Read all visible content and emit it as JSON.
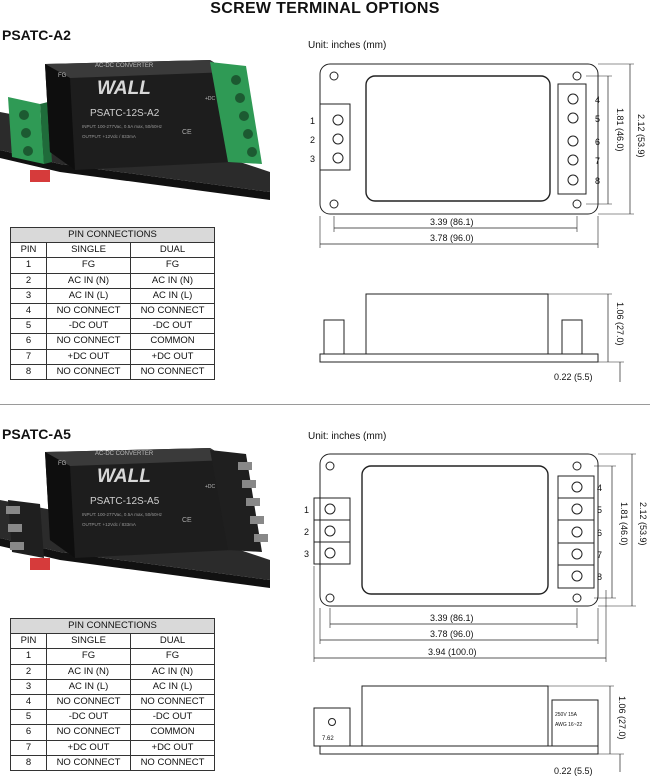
{
  "title": "SCREW TERMINAL OPTIONS",
  "sections": [
    {
      "model": "PSATC-A2",
      "unit": "Unit: inches (mm)",
      "product": {
        "header": "AC-DC CONVERTER",
        "brand": "WALL",
        "part": "PSATC-12S-A2",
        "input": "INPUT: 100-277Vac, 0.5A max, 50/60Hz",
        "output": "OUTPUT: +12Vdc / 833mA",
        "fg": "FG",
        "dc": "+DC",
        "cert": "CE"
      },
      "drawing": {
        "pins_left": [
          "1",
          "2",
          "3"
        ],
        "pins_right": [
          "4",
          "5",
          "6",
          "7",
          "8"
        ],
        "dims": {
          "w1": "3.39 (86.1)",
          "w2": "3.78 (96.0)",
          "h1": "1.81 (46.0)",
          "h2": "2.12 (53.9)",
          "side_h": "1.06 (27.0)",
          "side_s": "0.22 (5.5)"
        }
      },
      "table": {
        "caption": "PIN CONNECTIONS",
        "headers": [
          "PIN",
          "SINGLE",
          "DUAL"
        ],
        "rows": [
          [
            "1",
            "FG",
            "FG"
          ],
          [
            "2",
            "AC IN (N)",
            "AC IN (N)"
          ],
          [
            "3",
            "AC IN (L)",
            "AC IN (L)"
          ],
          [
            "4",
            "NO CONNECT",
            "NO CONNECT"
          ],
          [
            "5",
            "-DC OUT",
            "-DC OUT"
          ],
          [
            "6",
            "NO CONNECT",
            "COMMON"
          ],
          [
            "7",
            "+DC OUT",
            "+DC OUT"
          ],
          [
            "8",
            "NO CONNECT",
            "NO CONNECT"
          ]
        ]
      }
    },
    {
      "model": "PSATC-A5",
      "unit": "Unit: inches (mm)",
      "product": {
        "header": "AC-DC CONVERTER",
        "brand": "WALL",
        "part": "PSATC-12S-A5",
        "input": "INPUT: 100-277Vac, 0.5A max, 50/60Hz",
        "output": "OUTPUT: +12Vdc / 833mA",
        "fg": "FG",
        "dc": "+DC",
        "cert": "CE"
      },
      "drawing": {
        "pins_left": [
          "1",
          "2",
          "3"
        ],
        "pins_right": [
          "4",
          "5",
          "6",
          "7",
          "8"
        ],
        "dims": {
          "w1": "3.39 (86.1)",
          "w2": "3.78 (96.0)",
          "w3": "3.94 (100.0)",
          "h1": "1.81 (46.0)",
          "h2": "2.12 (53.9)",
          "side_h": "1.06 (27.0)",
          "side_s": "0.22 (5.5)"
        },
        "label_left": "7.62",
        "label_right1": "250V 15A",
        "label_right2": "AWG 16~22"
      },
      "table": {
        "caption": "PIN CONNECTIONS",
        "headers": [
          "PIN",
          "SINGLE",
          "DUAL"
        ],
        "rows": [
          [
            "1",
            "FG",
            "FG"
          ],
          [
            "2",
            "AC IN (N)",
            "AC IN (N)"
          ],
          [
            "3",
            "AC IN (L)",
            "AC IN (L)"
          ],
          [
            "4",
            "NO CONNECT",
            "NO CONNECT"
          ],
          [
            "5",
            "-DC OUT",
            "-DC OUT"
          ],
          [
            "6",
            "NO CONNECT",
            "COMMON"
          ],
          [
            "7",
            "+DC OUT",
            "+DC OUT"
          ],
          [
            "8",
            "NO CONNECT",
            "NO CONNECT"
          ]
        ]
      }
    }
  ]
}
